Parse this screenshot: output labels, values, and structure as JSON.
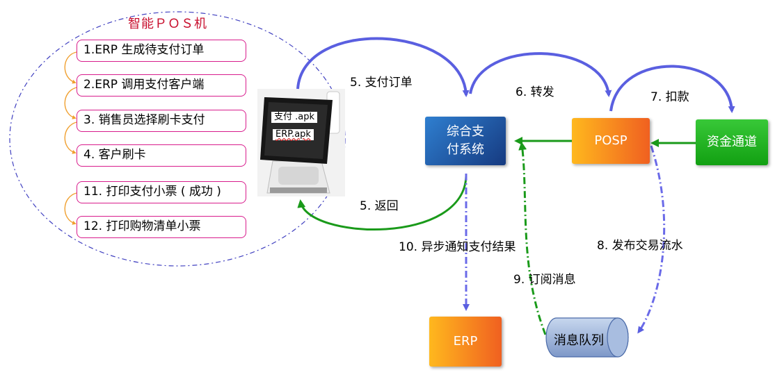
{
  "pos_group": {
    "title": "智能ＰＯＳ机",
    "steps": [
      "1.ERP 生成待支付订单",
      "2.ERP 调用支付客户端",
      "3. 销售员选择刷卡支付",
      "4. 客户刷卡",
      "11. 打印支付小票 ( 成功 )",
      "12. 打印购物清单小票"
    ],
    "device_apps": [
      "支付 .apk",
      "ERP.apk"
    ]
  },
  "nodes": {
    "payment_system": "综合支付系统",
    "payment_system_lines": [
      "综合支",
      "付系统"
    ],
    "posp": "POSP",
    "fund_channel": "资金通道",
    "erp": "ERP",
    "message_queue": "消息队列"
  },
  "flows": {
    "pay_order": "5. 支付订单",
    "return": "5. 返回",
    "forward": "6. 转发",
    "deduct": "7. 扣款",
    "publish_flow": "8. 发布交易流水",
    "subscribe": "9. 订阅消息",
    "async_notify": "10. 异步通知支付结果"
  },
  "colors": {
    "blue_arrow": "#5a5fe0",
    "green_arrow": "#1a9a1a",
    "dashed_blue": "#6a6ae8",
    "dashed_green": "#1a9a1a",
    "step_border": "#d81b8c",
    "step_connector": "#f0a030",
    "group_circle": "#4040c0",
    "title_red": "#c8102e"
  }
}
